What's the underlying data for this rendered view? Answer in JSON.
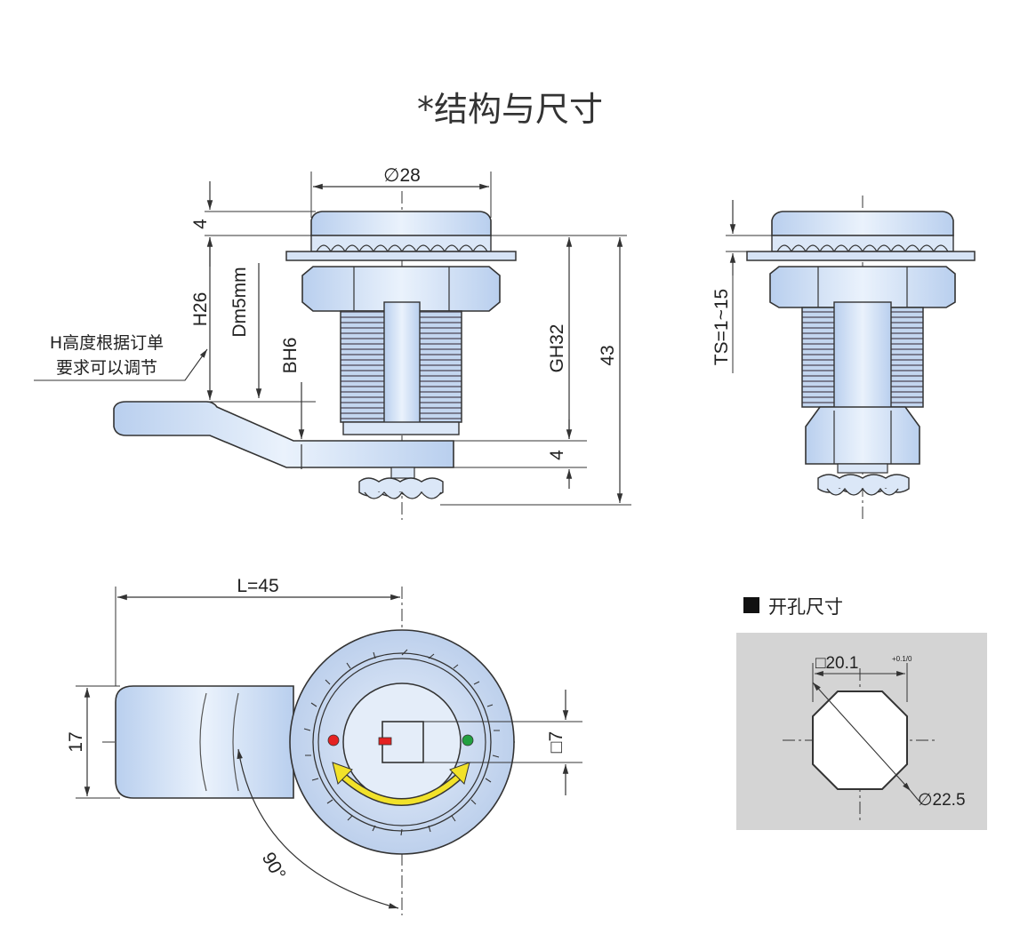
{
  "title": "*结构与尺寸",
  "colors": {
    "metal": "#cfe0f5",
    "metal_dark": "#9fb8d8",
    "outline": "#333333",
    "dim_line": "#333333",
    "panel_bg": "#d4d4d4",
    "arrow_yellow": "#f2e22a",
    "dot_red": "#e52222",
    "dot_green": "#22a040"
  },
  "front_view": {
    "dia_top": "∅28",
    "dim_4_top": "4",
    "dim_h26": "H26",
    "dim_dm5": "Dm5mm",
    "dim_bh6": "BH6",
    "dim_gh32": "GH32",
    "dim_43": "43",
    "dim_4_bottom": "4",
    "note_line1": "H高度根据订单",
    "note_line2": "要求可以调节"
  },
  "side_view": {
    "dim_ts": "TS=1~15"
  },
  "bottom_view": {
    "dim_length": "L=45",
    "dim_width": "17",
    "dim_square": "□7",
    "angle": "90°"
  },
  "cutout": {
    "heading": "开孔尺寸",
    "square_dim": "□20.1",
    "square_tol": "+0.1/0",
    "dia_dim": "∅22.5"
  }
}
